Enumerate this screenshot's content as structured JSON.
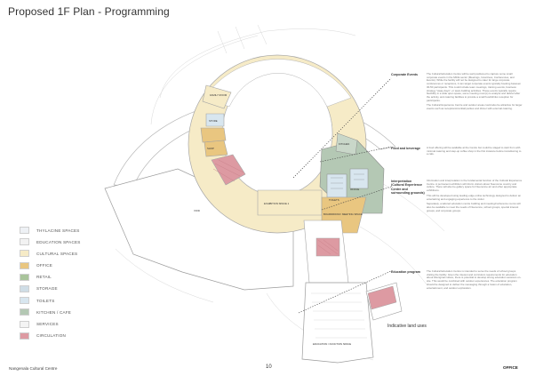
{
  "page": {
    "title": "Proposed 1F Plan - Programming",
    "footer_left": "Nangenala Cultural Centre",
    "page_number": "10",
    "footer_right": "OFFICE",
    "indicative_label": "Indicative land uses"
  },
  "legend": [
    {
      "label": "THYLACINE SPACES",
      "color": "#eef1f5"
    },
    {
      "label": "EDUCATION SPACES",
      "color": "#f2f2f2"
    },
    {
      "label": "CULTURAL SPACES",
      "color": "#f6ebc7"
    },
    {
      "label": "OFFICE",
      "color": "#e9c680"
    },
    {
      "label": "RETAIL",
      "color": "#a9c49b"
    },
    {
      "label": "STORAGE",
      "color": "#cfdde6"
    },
    {
      "label": "TOILETS",
      "color": "#d8e6ef"
    },
    {
      "label": "KITCHEN / CAFE",
      "color": "#b4c8b4"
    },
    {
      "label": "SERVICES",
      "color": "#f4f4f4"
    },
    {
      "label": "CIRCULATION",
      "color": "#dd9aa2"
    }
  ],
  "rooms": {
    "family_room": "FAMILY ROOM",
    "store": "STORE",
    "shop": "SHOP",
    "kitchen": "KITCHEN",
    "toilets": "TOILETS",
    "exhibition": "EXHIBITION SPACE 1",
    "boardroom": "BOARDROOM / MEETING SPACE",
    "office": "OFFICE",
    "void": "VOID",
    "education": "EDUCATION / FUNCTION SPACE"
  },
  "notes": [
    {
      "heading": "Corporate Events",
      "paragraphs": [
        "The Cultural Education Centre will be well positioned to capture some small corporate events in the MICE sector (Meetings, Incentives, Conferences, and Events). While the facility will not be designed to cater for large corporate conferences or receptions, it can target corporate events typically booking between 30-50 participants. This could include team meetings, training events, business strategy \"away days\", or team-building activities. These events typically require flexibility in a wide open space, some meeting room(s) to analyse and debrief after the activity, and catering facilities to provide a small food/drinks reception for participants.",
        "The Cultural Experience Centre and outdoor areas could also be attractive for larger events such as receptions/cocktail parties and dinner with external catering."
      ]
    },
    {
      "heading": "Food and beverage",
      "paragraphs": [
        "A food offering will be available at the Centre but could be staged to start from with minimal catering and step-up coffee shop in the first instance before transitioning to a cafe."
      ]
    },
    {
      "heading": "Interpretation (Cultural Experience Centre and surrounding grounds)",
      "paragraphs": [
        "Information and interpretation is the fundamental function of the Cultural Experience Centre. A permanent exhibition will inform visitors about Nuenonne country and culture. There will also be gallery space for Nuenonne art and other appropriate exhibitions.",
        "This will be developed using leading-edge online technology designed to deliver an entertaining and engaging experience to the visitor.",
        "Separately, a tailored education centre building and meeting/conference rooms will also be available to meet the needs of Nuenonne, school groups, special interest groups, and corporate groups."
      ]
    },
    {
      "heading": "Education program",
      "paragraphs": [
        "The Cultural Education Centre is intended to serve the needs of school groups visiting the facility. Given the interest and curriculum requirements for education about Aboriginal culture, there is potential to develop strong education sessions on-site. This would be combined with outdoor experiences. The education program should be designed to deliver the messaging through a fusion of education, entertainment, and outdoor exploration."
      ]
    }
  ]
}
